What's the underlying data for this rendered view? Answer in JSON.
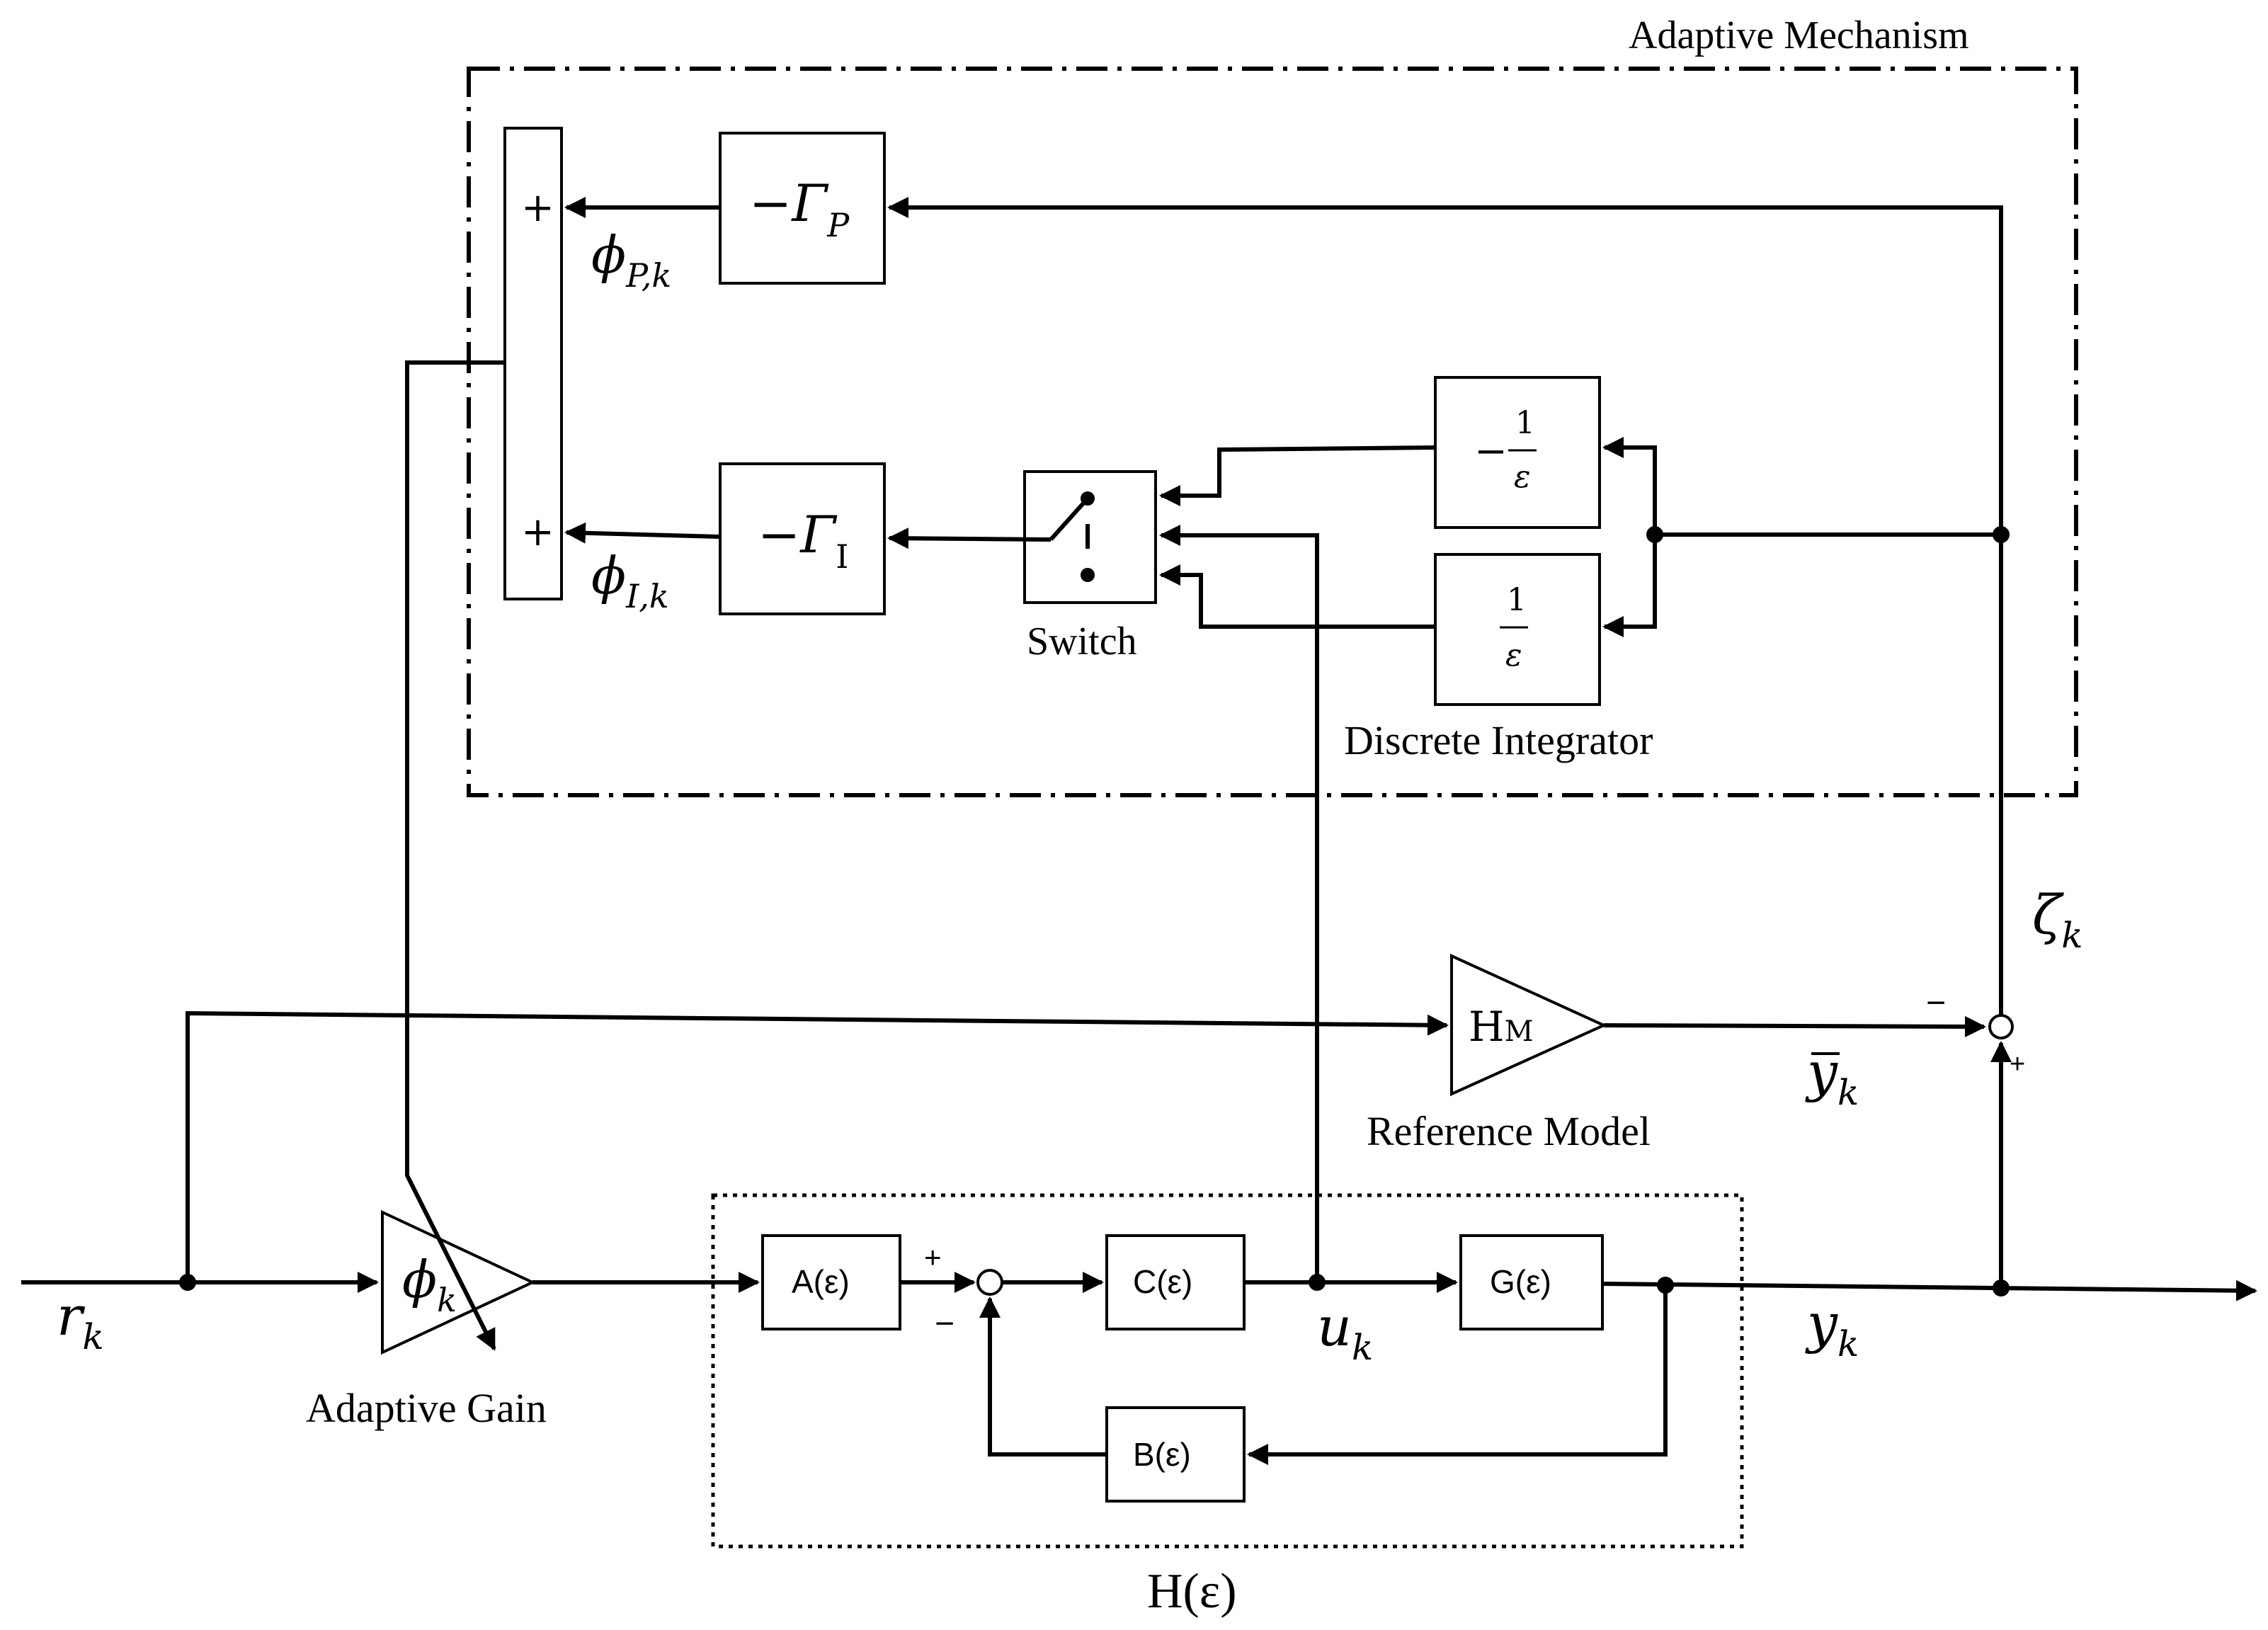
{
  "labels": {
    "adaptive_mechanism": "Adaptive Mechanism",
    "switch": "Switch",
    "discrete_integrator": "Discrete Integrator",
    "reference_model": "Reference Model",
    "adaptive_gain": "Adaptive Gain",
    "plant": "H(ε)"
  },
  "blocks": {
    "gamma_p": "−Γ",
    "gamma_p_sub": "P",
    "gamma_i": "−Γ",
    "gamma_i_sub": "I",
    "inv_eps_neg_minus": "−",
    "inv_eps_one_a": "1",
    "inv_eps_den_a": "ε",
    "inv_eps_one_b": "1",
    "inv_eps_den_b": "ε",
    "hm": "H",
    "hm_sub": "M",
    "phi_k": "ϕ",
    "phi_k_sub": "k",
    "a": "A(ε)",
    "b": "B(ε)",
    "c": "C(ε)",
    "g": "G(ε)"
  },
  "signals": {
    "phi_p": "ϕ",
    "phi_p_sub": "P,k",
    "phi_i": "ϕ",
    "phi_i_sub": "I,k",
    "r": "r",
    "r_sub": "k",
    "u": "u",
    "u_sub": "k",
    "y": "y",
    "y_sub": "k",
    "ybar": "y",
    "ybar_sub": "k",
    "zeta": "ζ",
    "zeta_sub": "k"
  },
  "signs": {
    "sum_top": "+",
    "sum_bottom": "+",
    "inner_plus": "+",
    "inner_minus": "−",
    "err_minus": "−",
    "err_plus": "+"
  }
}
